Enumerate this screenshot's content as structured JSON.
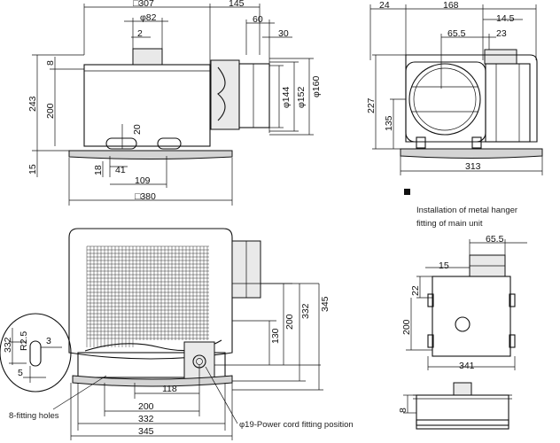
{
  "front_view": {
    "dim_307": "□307",
    "dim_145": "145",
    "dim_82": "φ82",
    "dim_2": "2",
    "dim_60": "60",
    "dim_30": "30",
    "dim_8": "8",
    "dim_243": "243",
    "dim_200": "200",
    "dim_144": "φ144",
    "dim_152": "φ152",
    "dim_160": "φ160",
    "dim_20": "20",
    "dim_18": "18",
    "dim_15": "15",
    "dim_41": "41",
    "dim_109": "109",
    "dim_380": "□380"
  },
  "side_view": {
    "dim_24": "24",
    "dim_168": "168",
    "dim_14_5": "14.5",
    "dim_65_5": "65.5",
    "dim_23": "23",
    "dim_227": "227",
    "dim_135": "135",
    "dim_313": "313"
  },
  "hanger": {
    "caption_line1": "Installation of metal hanger",
    "caption_line2": "fitting of main unit",
    "dim_65_5": "65.5",
    "dim_15": "15",
    "dim_22": "22",
    "dim_200": "200",
    "dim_341": "341",
    "dim_8": "8"
  },
  "bottom_view": {
    "dim_200_v": "200",
    "dim_332_v": "332",
    "dim_345_v": "345",
    "dim_130": "130",
    "dim_118": "118",
    "dim_200_h": "200",
    "dim_332_h": "332",
    "dim_345_h": "345",
    "fitting_holes": "8-fitting holes",
    "power_cord": "φ19-Power cord fitting position"
  },
  "detail": {
    "dim_332": "332",
    "dim_r2_5": "R2.5",
    "dim_3": "3",
    "dim_5": "5"
  }
}
